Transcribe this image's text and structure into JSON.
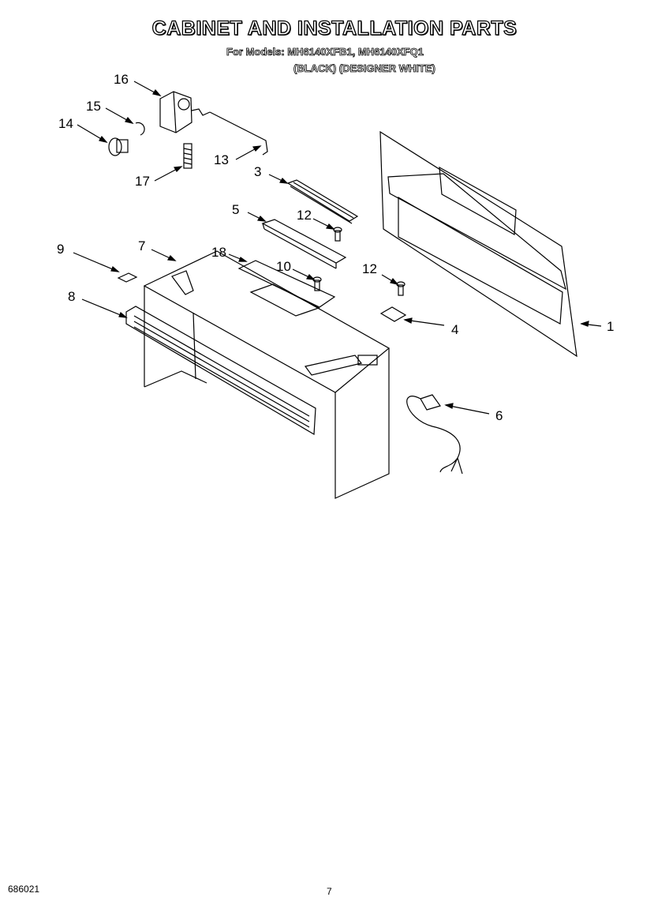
{
  "header": {
    "title": "CABINET AND INSTALLATION PARTS",
    "models_line": "For Models: MH6140XFB1, MH6140XFQ1",
    "colors_line": "(BLACK)  (DESIGNER WHITE)"
  },
  "callouts": {
    "p1": "1",
    "p3": "3",
    "p4": "4",
    "p5": "5",
    "p6": "6",
    "p7": "7",
    "p8": "8",
    "p9": "9",
    "p10": "10",
    "p12a": "12",
    "p12b": "12",
    "p13": "13",
    "p14": "14",
    "p15": "15",
    "p16": "16",
    "p17": "17",
    "p18": "18"
  },
  "footer": {
    "doc_number": "686021",
    "page_number": "7"
  }
}
